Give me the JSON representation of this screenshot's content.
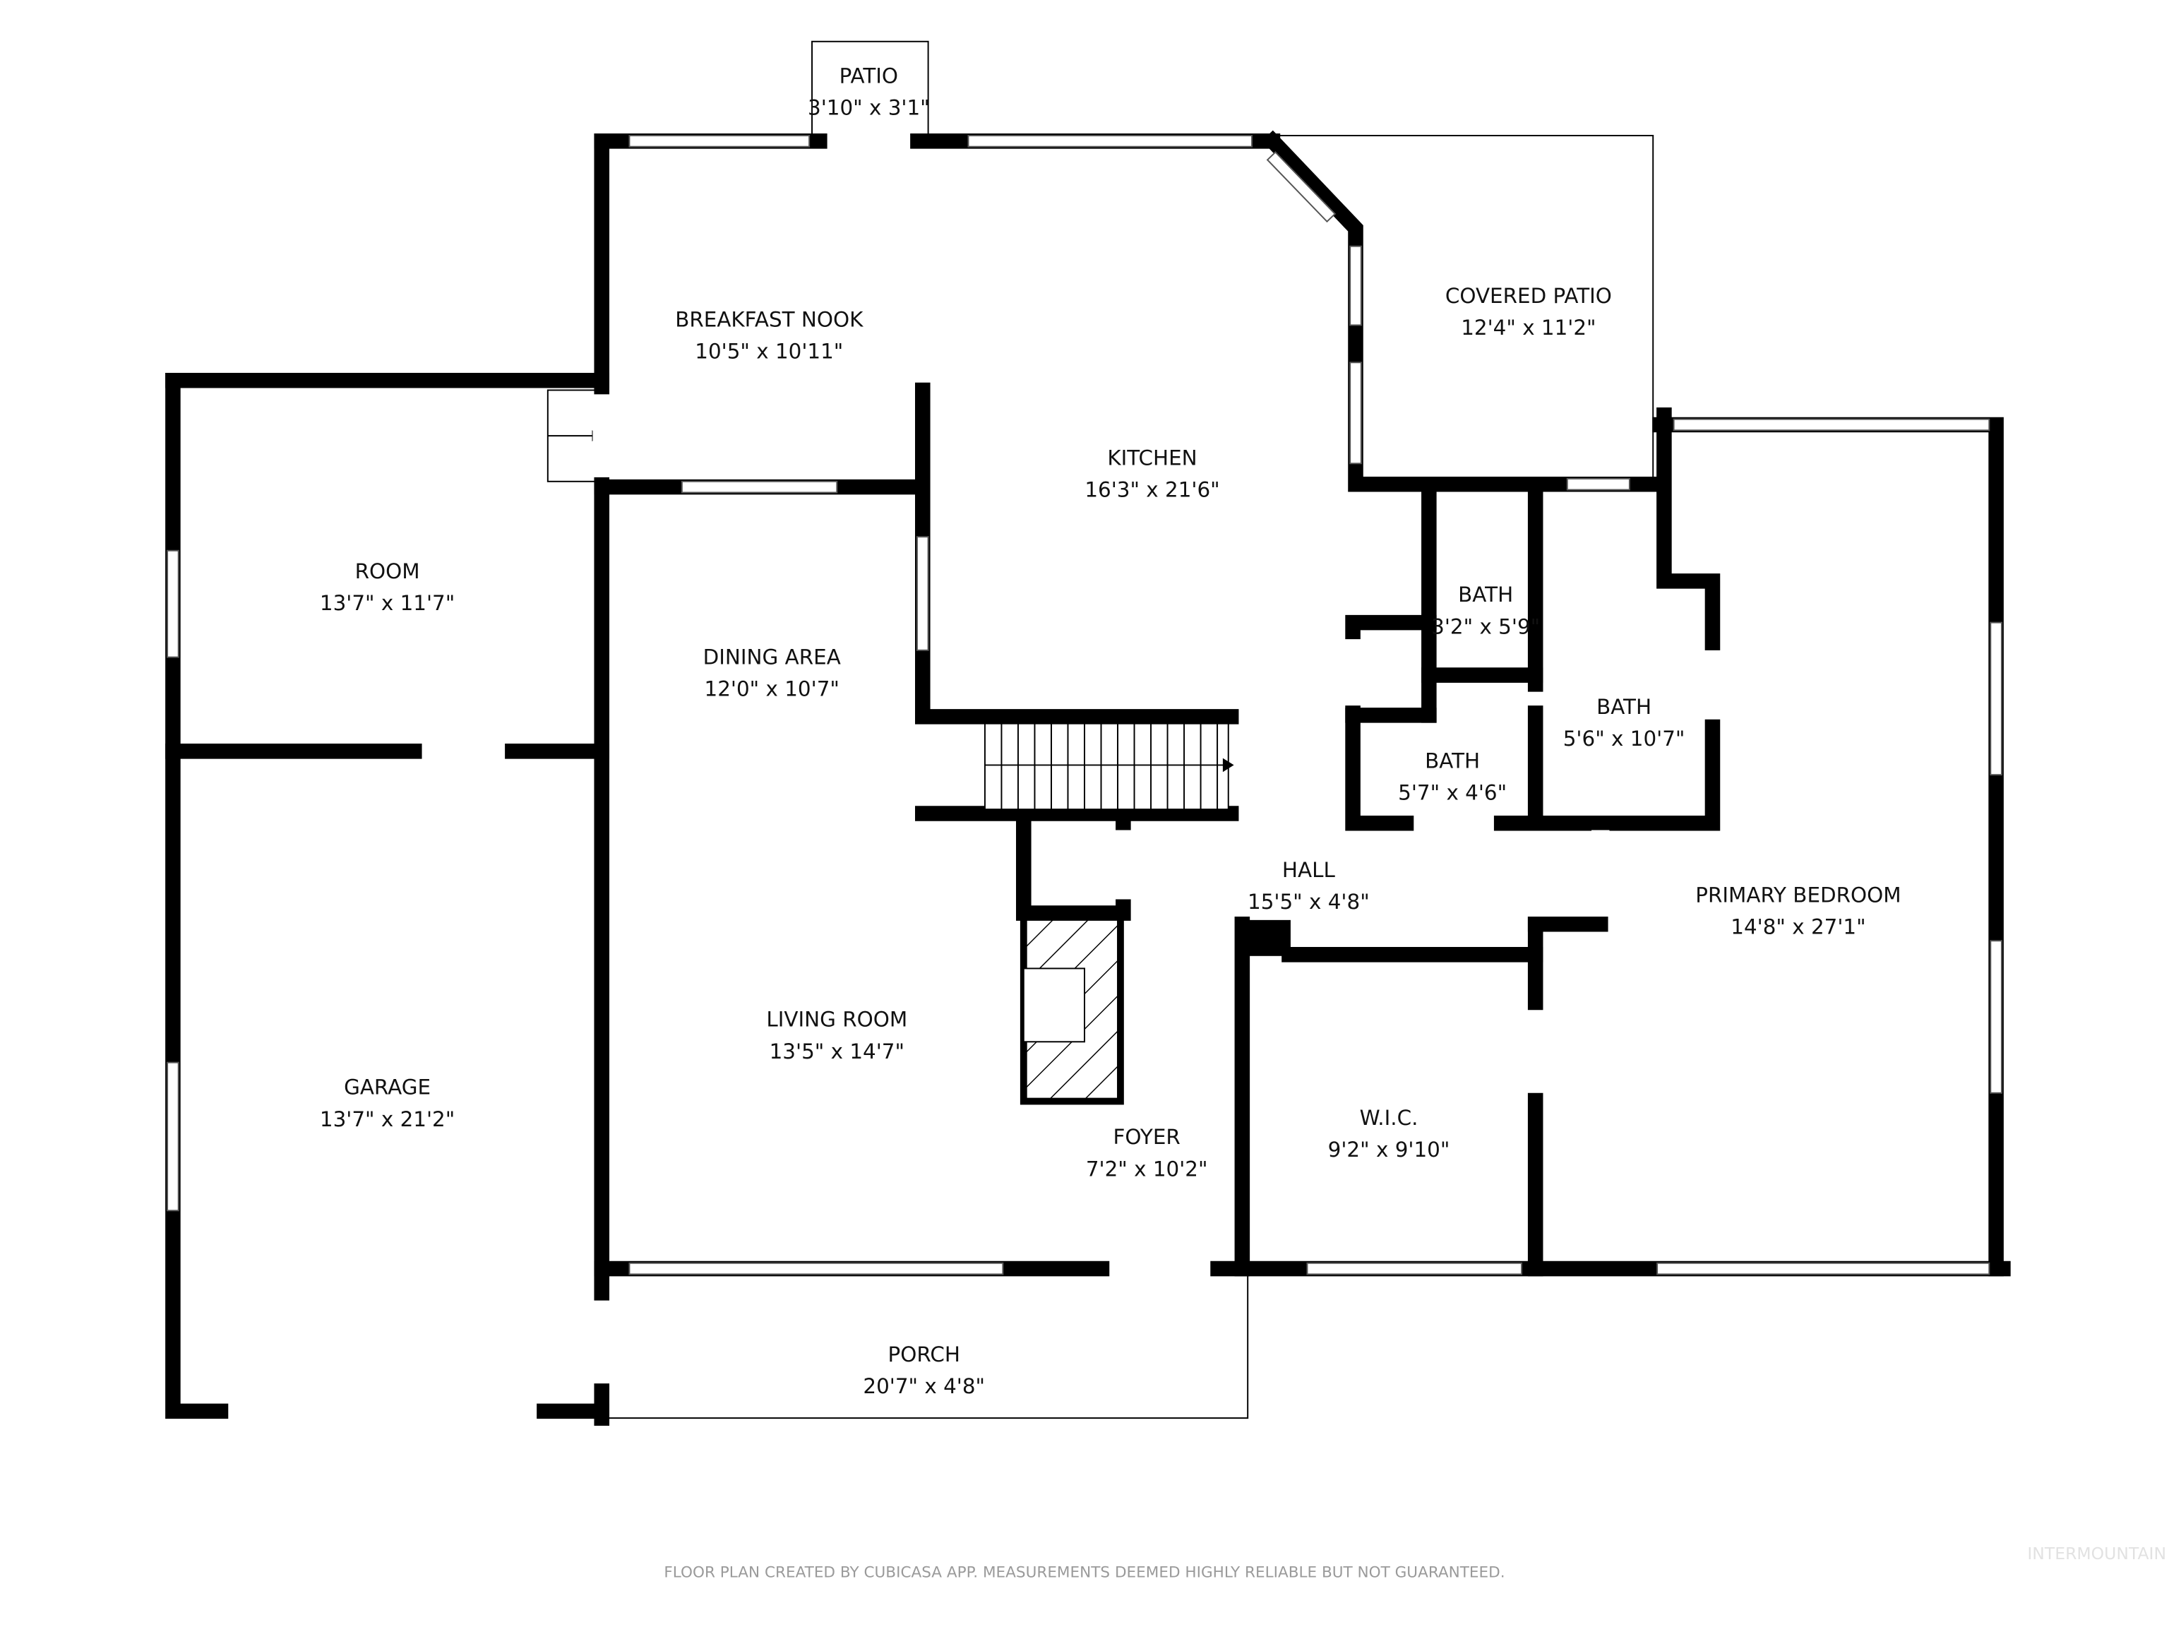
{
  "rooms": [
    {
      "name": "PATIO",
      "size": "3'10\" x 3'1\""
    },
    {
      "name": "BREAKFAST NOOK",
      "size": "10'5\" x 10'11\""
    },
    {
      "name": "COVERED PATIO",
      "size": "12'4\" x 11'2\""
    },
    {
      "name": "KITCHEN",
      "size": "16'3\" x 21'6\""
    },
    {
      "name": "ROOM",
      "size": "13'7\" x 11'7\""
    },
    {
      "name": "DINING AREA",
      "size": "12'0\" x 10'7\""
    },
    {
      "name": "BATH",
      "size": "3'2\" x 5'9\""
    },
    {
      "name": "BATH",
      "size": "5'6\" x 10'7\""
    },
    {
      "name": "BATH",
      "size": "5'7\" x 4'6\""
    },
    {
      "name": "HALL",
      "size": "15'5\" x 4'8\""
    },
    {
      "name": "PRIMARY BEDROOM",
      "size": "14'8\" x 27'1\""
    },
    {
      "name": "LIVING ROOM",
      "size": "13'5\" x 14'7\""
    },
    {
      "name": "GARAGE",
      "size": "13'7\" x 21'2\""
    },
    {
      "name": "FOYER",
      "size": "7'2\" x 10'2\""
    },
    {
      "name": "W.I.C.",
      "size": "9'2\" x 9'10\""
    },
    {
      "name": "PORCH",
      "size": "20'7\" x 4'8\""
    }
  ],
  "footer": "FLOOR PLAN CREATED BY CUBICASA APP. MEASUREMENTS DEEMED HIGHLY RELIABLE BUT NOT GUARANTEED.",
  "watermark": "INTERMOUNTAIN"
}
